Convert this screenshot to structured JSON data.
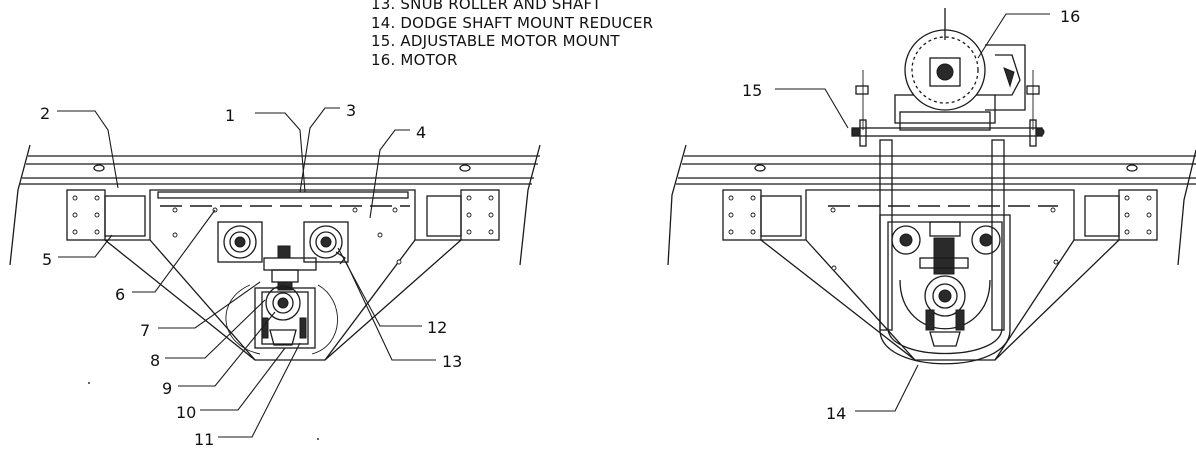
{
  "legend": [
    "13. SNUB ROLLER AND SHAFT",
    "14. DODGE SHAFT MOUNT REDUCER",
    "15. ADJUSTABLE MOTOR MOUNT",
    "16. MOTOR"
  ],
  "callouts": {
    "c1": "1",
    "c2": "2",
    "c3": "3",
    "c4": "4",
    "c5": "5",
    "c6": "6",
    "c7": "7",
    "c8": "8",
    "c9": "9",
    "c10": "10",
    "c11": "11",
    "c12": "12",
    "c13": "13",
    "c14": "14",
    "c15": "15",
    "c16": "16"
  }
}
